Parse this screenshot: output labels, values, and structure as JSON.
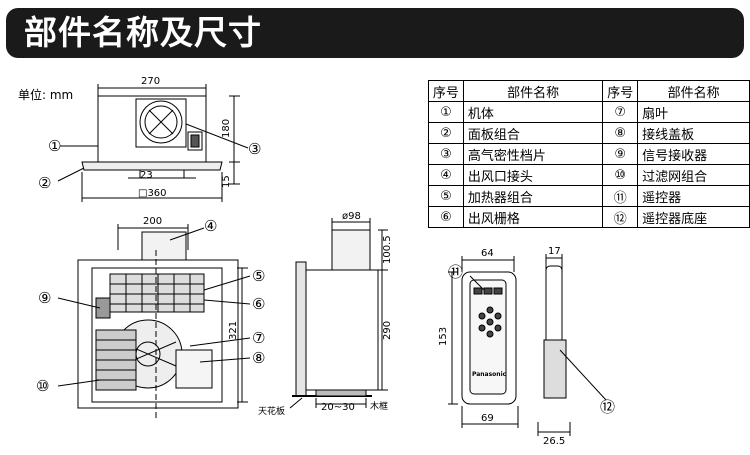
{
  "header": {
    "title": "部件名称及尺寸"
  },
  "unit_label": "单位: mm",
  "table": {
    "headers": [
      "序号",
      "部件名称",
      "序号",
      "部件名称"
    ],
    "rows": [
      {
        "n1": "①",
        "p1": "机体",
        "n2": "⑦",
        "p2": "扇叶"
      },
      {
        "n1": "②",
        "p1": "面板组合",
        "n2": "⑧",
        "p2": "接线盖板"
      },
      {
        "n1": "③",
        "p1": "高气密性档片",
        "n2": "⑨",
        "p2": "信号接收器"
      },
      {
        "n1": "④",
        "p1": "出风口接头",
        "n2": "⑩",
        "p2": "过滤网组合"
      },
      {
        "n1": "⑤",
        "p1": "加热器组合",
        "n2": "⑪",
        "p2": "遥控器"
      },
      {
        "n1": "⑥",
        "p1": "出风栅格",
        "n2": "⑫",
        "p2": "遥控器底座"
      }
    ]
  },
  "front_view": {
    "dim_width": "270",
    "dim_height": "180",
    "dim_panel": "15",
    "dim_drop": "23",
    "dim_panel_width": "□360",
    "callout_1": "①",
    "callout_2": "②",
    "callout_3": "③"
  },
  "bottom_view": {
    "dim_duct": "200",
    "dim_depth": "321",
    "callout_4": "④",
    "callout_5": "⑤",
    "callout_6": "⑥",
    "callout_7": "⑦",
    "callout_8": "⑧",
    "callout_9": "⑨",
    "callout_10": "⑩"
  },
  "side_view": {
    "dim_duct_dia": "ø98",
    "dim_duct_len": "100.5",
    "dim_height": "290",
    "dim_gap": "20~30",
    "label_ceiling": "天花板",
    "label_wood": "木框"
  },
  "remote": {
    "dim_top": "64",
    "dim_depth": "17",
    "dim_height": "153",
    "dim_bottom": "69",
    "dim_base": "26.5",
    "brand": "Panasonic",
    "callout_11": "⑪",
    "callout_12": "⑫"
  }
}
